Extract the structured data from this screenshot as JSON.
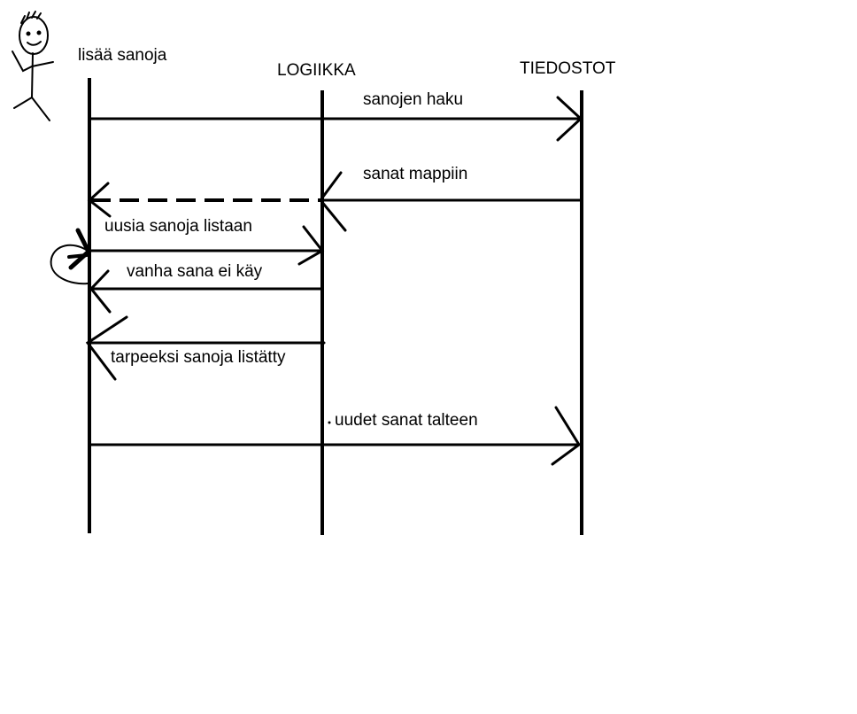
{
  "participants": {
    "user": "lisää sanoja",
    "logic": "LOGIIKKA",
    "files": "TIEDOSTOT"
  },
  "messages": [
    {
      "label": "sanojen haku",
      "from": "user",
      "to": "files",
      "line": "solid"
    },
    {
      "label": "sanat mappiin",
      "from": "files",
      "to": "user",
      "line": "solid-then-dashed"
    },
    {
      "label": "uusia sanoja listaan",
      "from": "user",
      "to": "logic",
      "line": "solid"
    },
    {
      "label": "vanha sana ei käy",
      "from": "logic",
      "to": "user",
      "line": "solid"
    },
    {
      "label": "tarpeeksi sanoja listätty",
      "from": "logic",
      "to": "user",
      "line": "solid"
    },
    {
      "label": "uudet sanat talteen",
      "from": "user",
      "to": "files",
      "line": "solid"
    }
  ],
  "colors": {
    "ink": "#000000",
    "background": "#ffffff"
  }
}
